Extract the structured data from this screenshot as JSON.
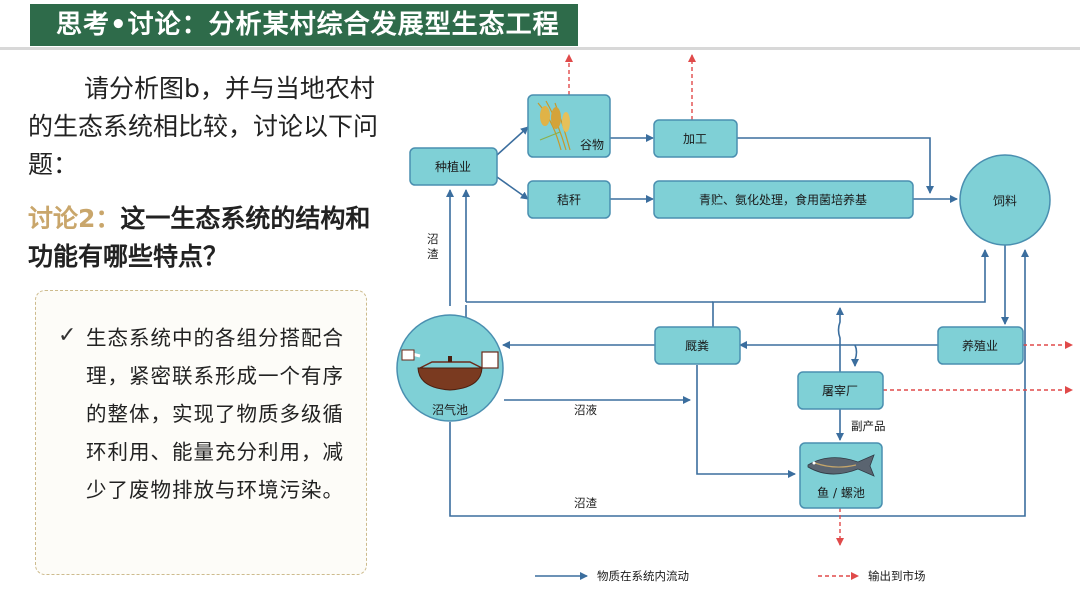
{
  "slide": {
    "title": "思考•讨论：分析某村综合发展型生态工程",
    "intro": "请分析图b，并与当地农村的生态系统相比较，讨论以下问题：",
    "question_label": "讨论2：",
    "question_text": "这一生态系统的结构和功能有哪些特点？",
    "answer_check": "✓",
    "answer": "生态系统中的各组分搭配合理，紧密联系形成一个有序的整体，实现了物质多级循环利用、能量充分利用，减少了废物排放与环境污染。"
  },
  "diagram": {
    "nodes": {
      "planting": "种植业",
      "grain": "谷物",
      "straw": "秸秆",
      "processing": "加工",
      "silage": "青贮、氨化处理，食用菌培养基",
      "feed": "饲料",
      "manure": "厩粪",
      "biogas": "沼气池",
      "breeding": "养殖业",
      "slaughter": "屠宰厂",
      "fish_pond": "鱼 / 螺池"
    },
    "edge_labels": {
      "residue_up": "沼\n渣",
      "biogas_liquid": "沼液",
      "residue_bottom": "沼渣",
      "byproduct": "副产品"
    },
    "legend": {
      "flow": "物质在系统内流动",
      "market": "输出到市场"
    },
    "colors": {
      "title_bg": "#2e6b4a",
      "node_fill": "#7fd0d6",
      "node_stroke": "#4a8fb0",
      "flow_arrow": "#3b6e9e",
      "market_arrow": "#e04a4a",
      "question_label": "#c9a66b"
    }
  }
}
